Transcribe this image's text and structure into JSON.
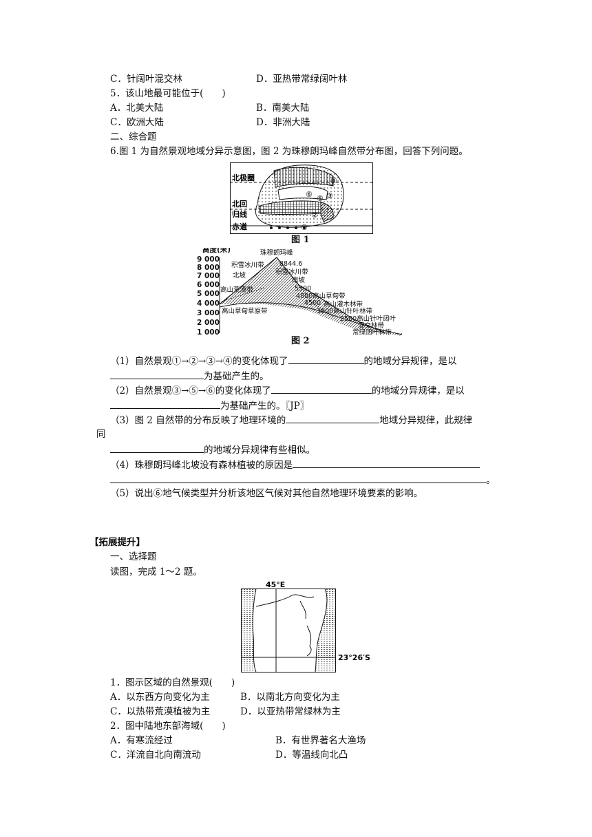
{
  "part1": {
    "q4_options": [
      "C．针阔叶混交林",
      "D．亚热带常绿阔叶林"
    ],
    "q5_stem": "5．该山地最可能位于(　　)",
    "q5_options": [
      "A．北美大陆",
      "B．南美大陆",
      "C．欧洲大陆",
      "D．非洲大陆"
    ],
    "section2": "二、综合题",
    "q6_stem": "6.图 1 为自然景观地域分异示意图，图 2 为珠穆朗玛峰自然带分布图，回答下列问题。",
    "fig1": {
      "caption": "图 1",
      "labels": [
        "北极圈",
        "北回",
        "归线",
        "赤道"
      ],
      "markers": [
        "①",
        "②",
        "③",
        "④",
        "⑤",
        "⑥"
      ]
    },
    "fig2": {
      "caption": "图 2",
      "axis_title": "高度(米)",
      "yticks": [
        "9 000",
        "8 000",
        "7 000",
        "6 000",
        "5 000",
        "4 000",
        "3 000",
        "2 000",
        "1 000"
      ],
      "peak_name": "珠穆朗玛峰",
      "peak_height": "8844.6",
      "labels": [
        "积雪冰川带",
        "北坡",
        "积雪冰川带",
        "南坡",
        "5500",
        "4800高山草甸带",
        "4500",
        "高山灌木林带",
        "3900高山针叶林带",
        "2500高山针叶阔叶",
        "混交林带",
        "常绿阔叶林带",
        "高山荒漠带",
        "高山草甸草原带"
      ]
    },
    "subq": {
      "q1a": "（1）自然景观①→②→③→④的变化体现了",
      "q1b": "的地域分异规律，是以",
      "q1c": "为基础产生的。",
      "q2a": "（2）自然景观③→⑤→⑥的变化体现了",
      "q2b": "的地域分异规律，是以",
      "q2c": "为基础产生的。〖JP〗",
      "q3a": "（3）图 2 自然带的分布反映了地理环境的",
      "q3b": "地域分异规律，此规律",
      "q3c": "同",
      "q3d": "的地域分异规律有些相似。",
      "q4a": "（4）珠穆朗玛峰北坡没有森林植被的原因是",
      "q4b": "。",
      "q5": "（5）说出⑥地气候类型并分析该地区气候对其他自然地理环境要素的影响。"
    }
  },
  "part2": {
    "heading": "【拓展提升】",
    "section1": "一、选择题",
    "intro": "读图，完成 1～2 题。",
    "map": {
      "lon_label": "45°E",
      "lat_label": "23°26′S"
    },
    "q1_stem": "1．图示区域的自然景观(　　)",
    "q1_options": [
      "A．以东西方向变化为主",
      "B．以南北方向变化为主",
      "C．以热带荒漠植被为主",
      "D．以亚热带常绿林为主"
    ],
    "q2_stem": "2．图中陆地东部海域(　　)",
    "q2_options": [
      "A．有寒流经过",
      "B．有世界著名大渔场",
      "C．洋流自北向南流动",
      "D．等温线向北凸"
    ]
  }
}
